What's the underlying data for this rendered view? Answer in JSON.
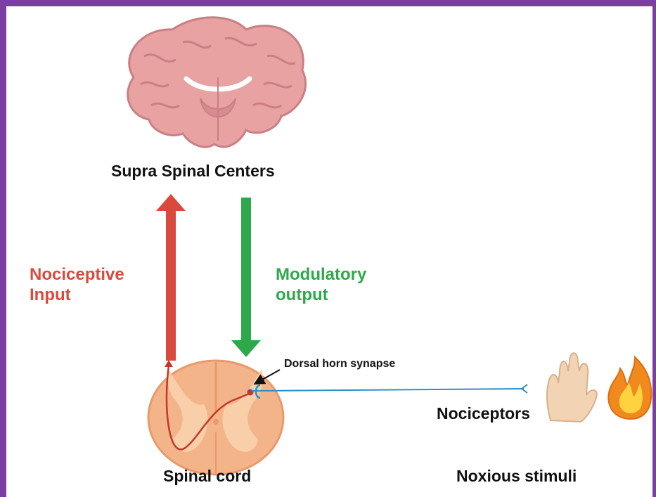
{
  "diagram": {
    "brain_label": "Supra Spinal Centers",
    "nociceptive_input": [
      "Nociceptive",
      "Input"
    ],
    "modulatory_output": [
      "Modulatory",
      "output"
    ],
    "dorsal_horn_label": "Dorsal horn synapse",
    "nociceptors_label": "Nociceptors",
    "spinal_cord_label": "Spinal cord",
    "noxious_label": "Noxious stimuli"
  },
  "colors": {
    "frame": "#7b3fa3",
    "input_arrow": "#d94a3d",
    "output_arrow": "#2ea84a",
    "brain": "#e8a2a2",
    "spinal_cord": "#f3b489",
    "neuron_path": "#c0392b",
    "afferent_line": "#2c8fc9"
  }
}
